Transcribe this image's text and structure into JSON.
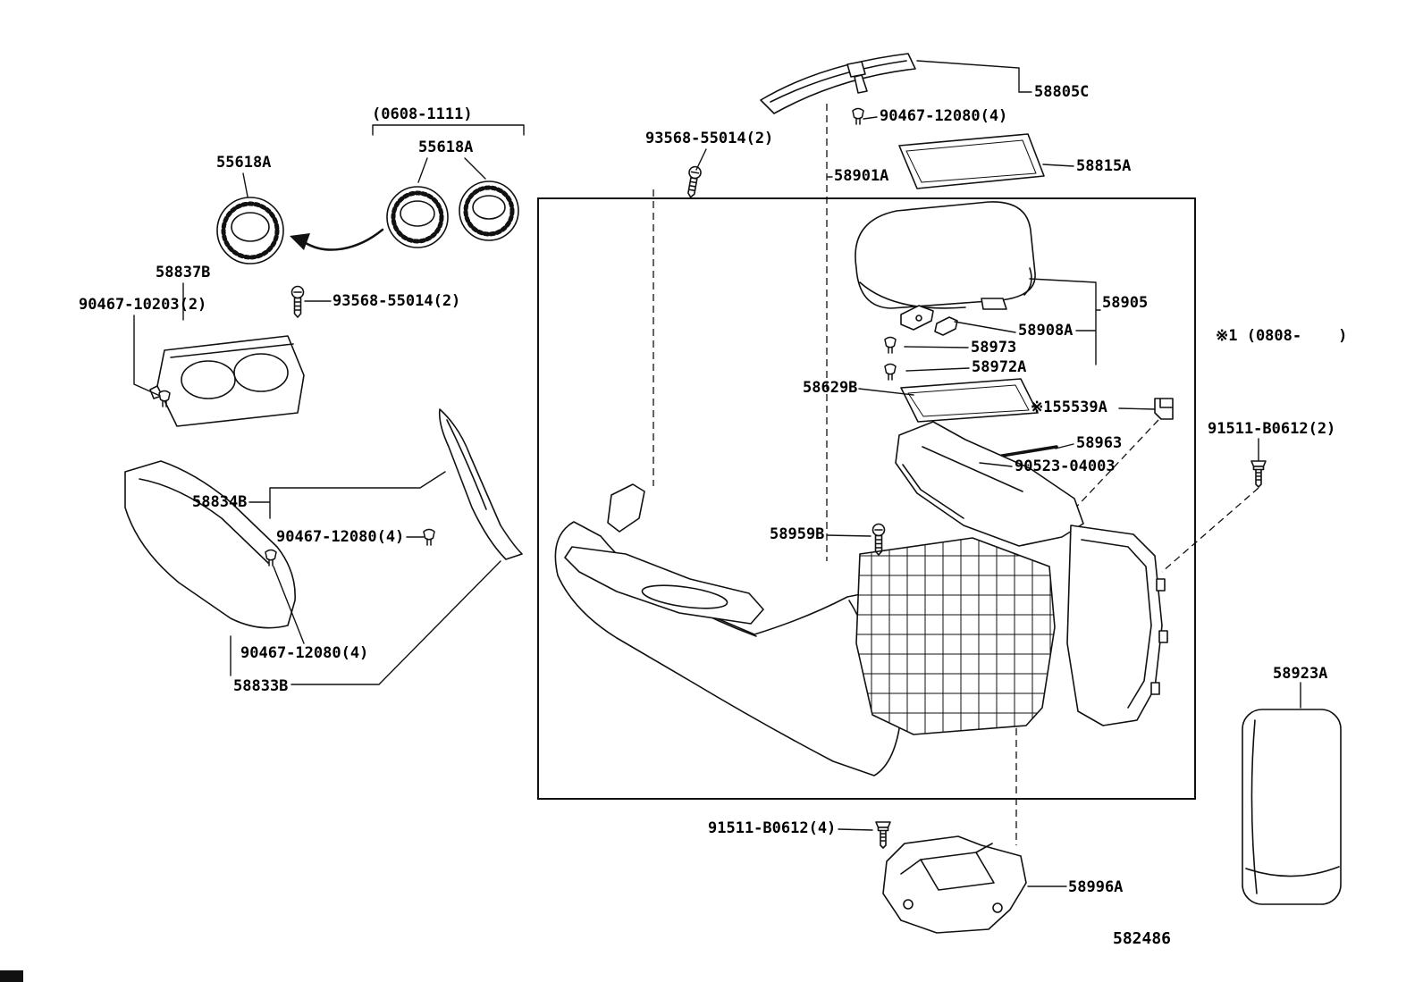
{
  "page": {
    "figure_code": "582486",
    "note_right": "※1 (0808-    )"
  },
  "labels": {
    "range_top": "(0608-1111)",
    "cup_holder_pair": "55618A",
    "cup_holder_single": "55618A",
    "tray": "58837B",
    "screw_90467_10203": "90467-10203(2)",
    "screw_93568_left": "93568-55014(2)",
    "screw_93568_top": "93568-55014(2)",
    "upper_trim": "58805C",
    "clip_90467_top": "90467-12080(4)",
    "console_box": "58901A",
    "mat": "58815A",
    "armrest": "58905",
    "hinge": "58908A",
    "clip_58973": "58973",
    "clip_58972a": "58972A",
    "lid_mat": "58629B",
    "hook_55539a": "※155539A",
    "bolt_91511_2": "91511-B0612(2)",
    "rod": "58963",
    "screw_90523": "90523-04003",
    "screw_58959b": "58959B",
    "side_panel_b": "58834B",
    "clip_90467_mid": "90467-12080(4)",
    "clip_90467_low": "90467-12080(4)",
    "side_panel_a": "58833B",
    "bolt_91511_4": "91511-B0612(4)",
    "bracket": "58996A",
    "rear_panel": "58923A"
  }
}
